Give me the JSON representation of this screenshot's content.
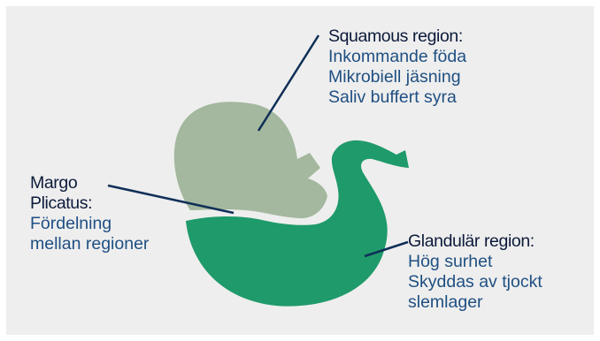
{
  "colors": {
    "background": "#eeeeee",
    "squamous_fill": "#a3b89e",
    "glandular_fill": "#1f9a6a",
    "heading_text": "#0c1a3a",
    "body_text": "#1f4f82",
    "leader_line": "#0f2f57"
  },
  "squamous": {
    "title": "Squamous region:",
    "lines": [
      "Inkommande föda",
      "Mikrobiell jäsning",
      "Saliv buffert syra"
    ]
  },
  "margo": {
    "title_line1": "Margo",
    "title_line2": "Plicatus:",
    "lines": [
      "Fördelning",
      "mellan regioner"
    ]
  },
  "glandular": {
    "title": "Glandulär region:",
    "lines": [
      "Hög surhet",
      "Skyddas av tjockt",
      "slemlager"
    ]
  }
}
